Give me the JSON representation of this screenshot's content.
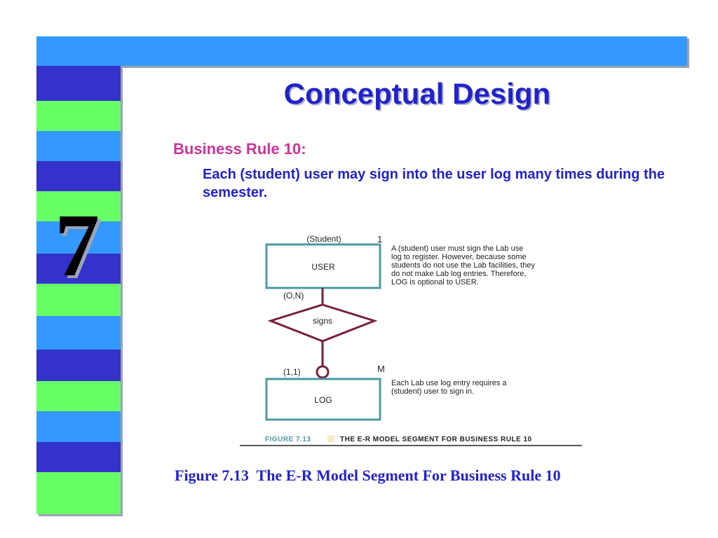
{
  "slide": {
    "chapter_number": "7",
    "title": "Conceptual Design",
    "rule_heading": "Business Rule 10:",
    "rule_text": "Each (student) user may sign into the user log many times during the semester.",
    "caption": "Figure 7.13  The E-R Model Segment For Business Rule 10"
  },
  "colors": {
    "top_bar": "#3399ff",
    "stripes": [
      "#3333cc",
      "#66ff66",
      "#3399ff"
    ],
    "title": "#2222cc",
    "rule_heading": "#cc3399",
    "entity_border": "#4a9aa0",
    "relationship": "#7a1f3d"
  },
  "diagram": {
    "entity_user": {
      "label": "USER",
      "role": "(Student)",
      "cardinality": "1",
      "connectivity": "(O,N)"
    },
    "relationship": {
      "label": "signs"
    },
    "entity_log": {
      "label": "LOG",
      "cardinality": "M",
      "connectivity": "(1,1)"
    },
    "note_user": [
      "A (student) user must sign the Lab use",
      "log to register.  However, because some",
      "students do not use the Lab facilities, they",
      "do not make Lab log entries.  Therefore,",
      "LOG is optional to USER."
    ],
    "note_log": [
      "Each Lab use log entry requires a",
      "(student) user to sign in."
    ],
    "figure_number": "FIGURE 7.13",
    "figure_title": "THE E-R MODEL SEGMENT FOR BUSINESS RULE 10"
  }
}
